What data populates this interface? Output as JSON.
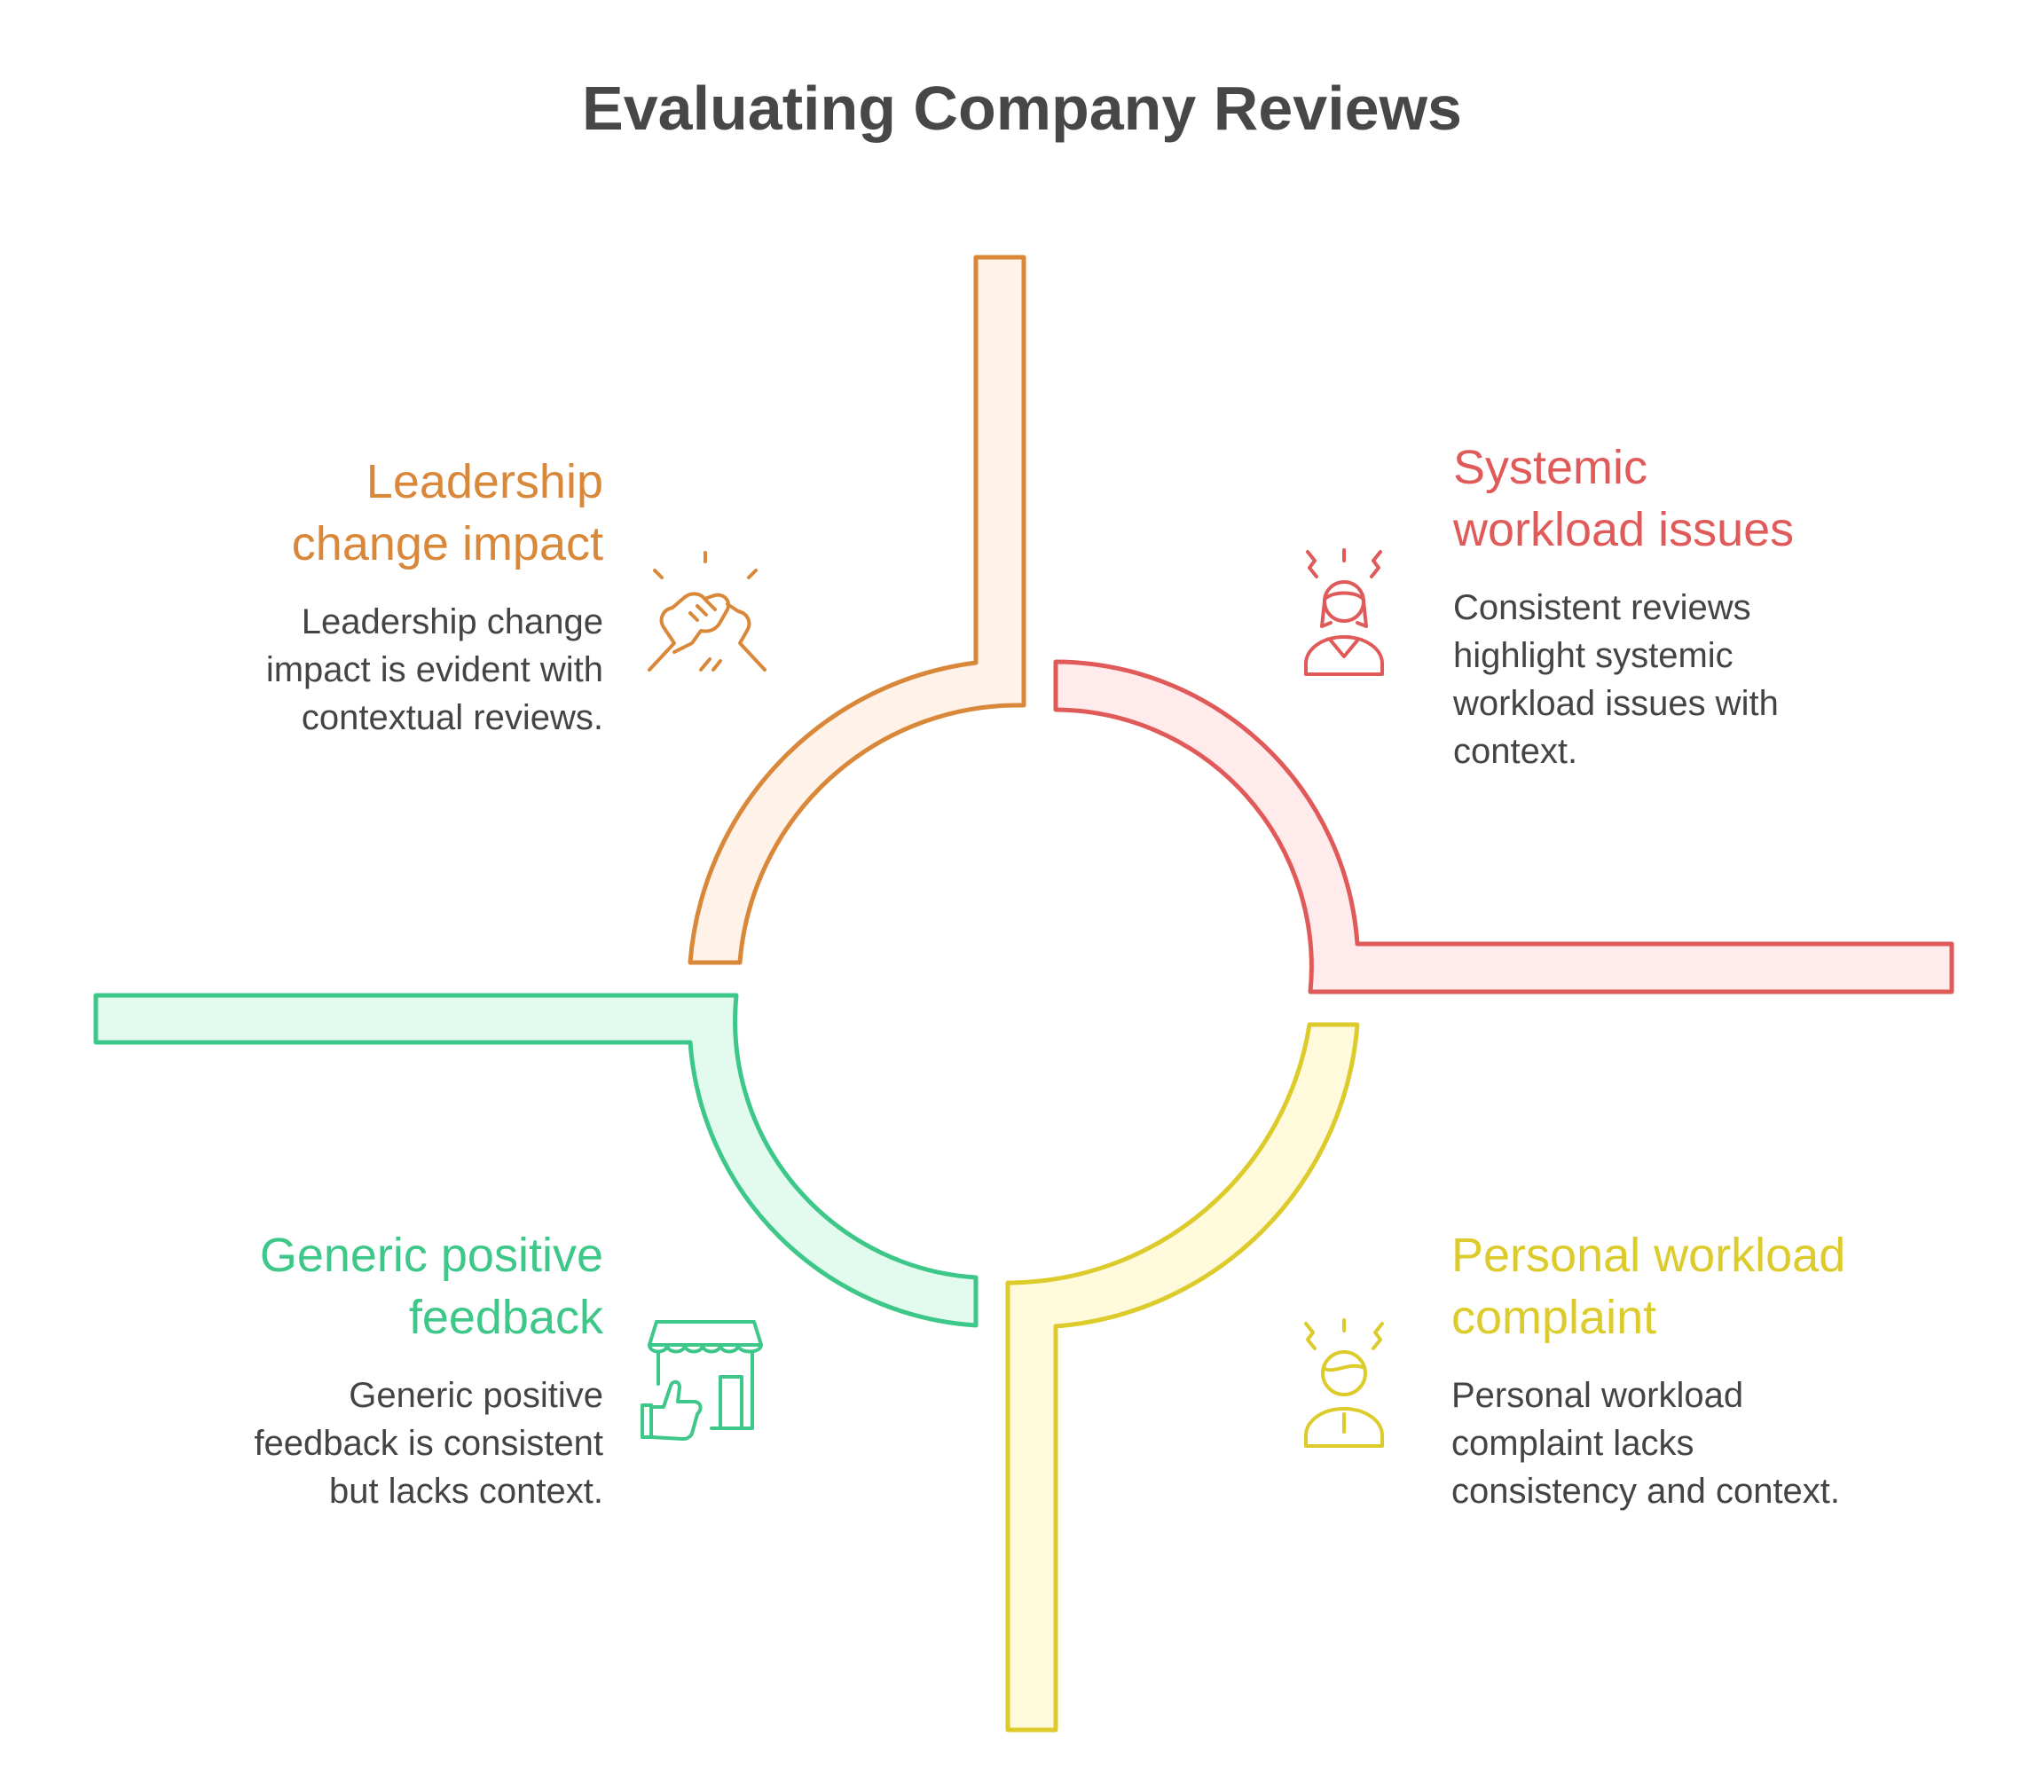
{
  "title": "Evaluating Company Reviews",
  "colors": {
    "orange": "#D9883A",
    "orange_fill": "#FFF2E8",
    "red": "#E15A5A",
    "red_fill": "#FFEBEB",
    "yellow": "#DCCB2A",
    "yellow_fill": "#FFFADC",
    "green": "#3DC788",
    "green_fill": "#E2FBEE",
    "title": "#474747",
    "body_text": "#444444"
  },
  "quadrants": [
    {
      "id": "leadership",
      "heading_lines": [
        "Leadership",
        "change impact"
      ],
      "description_lines": [
        "Leadership change",
        "impact is evident with",
        "contextual reviews."
      ],
      "icon": "handshake-icon",
      "color": "orange"
    },
    {
      "id": "systemic",
      "heading_lines": [
        "Systemic",
        "workload issues"
      ],
      "description_lines": [
        "Consistent reviews",
        "highlight systemic",
        "workload issues with",
        "context."
      ],
      "icon": "stressed-woman-icon",
      "color": "red"
    },
    {
      "id": "generic",
      "heading_lines": [
        "Generic positive",
        "feedback"
      ],
      "description_lines": [
        "Generic positive",
        "feedback is consistent",
        "but lacks context."
      ],
      "icon": "shop-thumbs-up-icon",
      "color": "green"
    },
    {
      "id": "personal",
      "heading_lines": [
        "Personal workload",
        "complaint"
      ],
      "description_lines": [
        "Personal workload",
        "complaint lacks",
        "consistency and context."
      ],
      "icon": "stressed-man-icon",
      "color": "yellow"
    }
  ]
}
